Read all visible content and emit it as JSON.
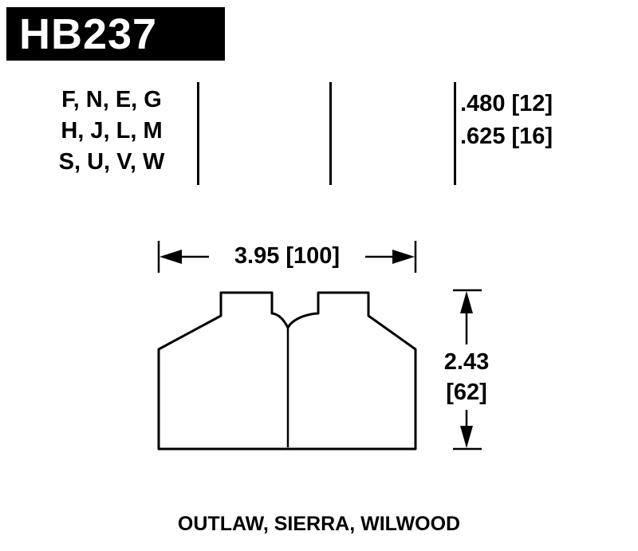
{
  "header": {
    "part_number": "HB237"
  },
  "spec_table": {
    "compound_lines": [
      "F, N, E, G",
      "H, J, L, M",
      "S, U, V, W"
    ],
    "thickness_lines": [
      ".480 [12]",
      ".625 [16]"
    ]
  },
  "diagram": {
    "width_dim": "3.95 [100]",
    "height_in": "2.43",
    "height_mm": "[62]"
  },
  "footer": {
    "applications": "OUTLAW, SIERRA, WILWOOD"
  },
  "colors": {
    "header_bg": "#000000",
    "header_text": "#ffffff",
    "line_color": "#000000",
    "background": "#ffffff"
  }
}
